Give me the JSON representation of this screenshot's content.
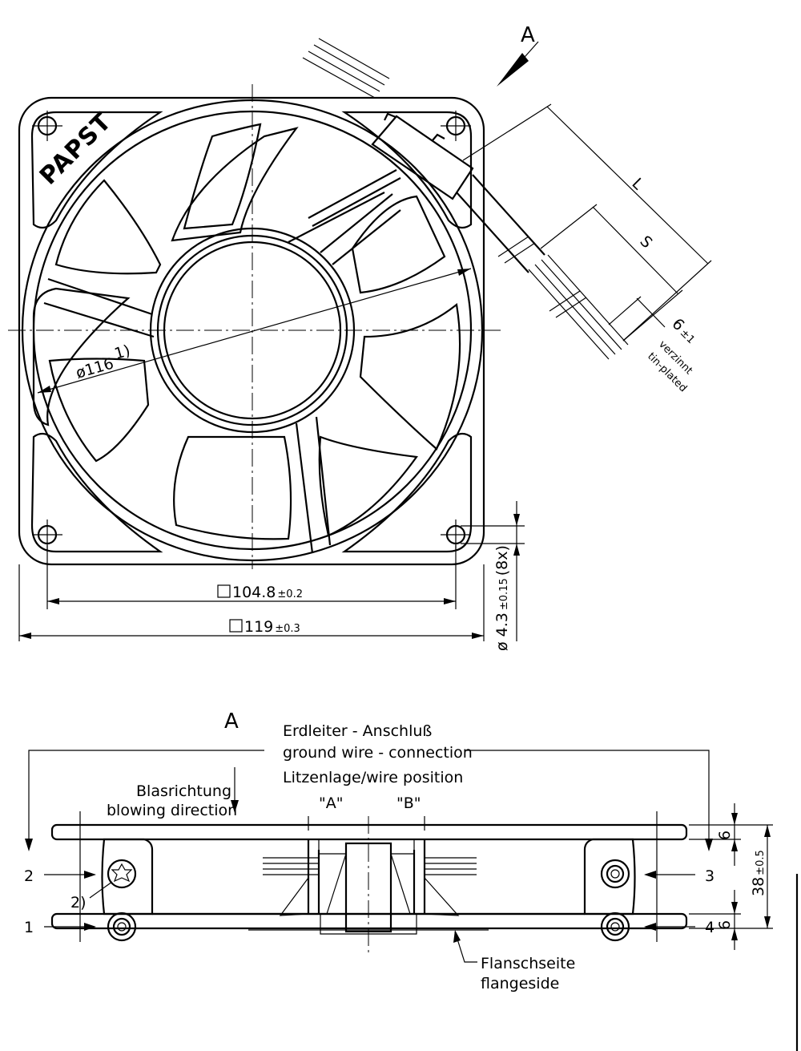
{
  "view_label": "A",
  "brand": "PAPST",
  "dimensions": {
    "diameter_label": "ø116",
    "note_1": "1)",
    "note_2": "2)",
    "hole_pitch_value": "104.8",
    "hole_pitch_tol": "±0.2",
    "frame_value": "119",
    "frame_tol": "±0.3",
    "hole_dia_value": "ø 4.3",
    "hole_dia_tol": "±0.15",
    "hole_count": "(8x)",
    "lead_L": "L",
    "lead_S": "S",
    "strip_value": "6",
    "strip_tol": "±1",
    "tinned_de": "verzinnt",
    "tinned_en": "tin-plated",
    "flange_height": "6",
    "total_height_value": "38",
    "total_height_tol": "±0.5"
  },
  "side_view": {
    "title": "A",
    "ground_de": "Erdleiter - Anschluß",
    "ground_en": "ground wire - connection",
    "wire_position": "Litzenlage/wire position",
    "pos_a": "\"A\"",
    "pos_b": "\"B\"",
    "blow_de": "Blasrichtung",
    "blow_en": "blowing direction",
    "pin1": "1",
    "pin2": "2",
    "pin3": "3",
    "pin4": "4",
    "flange_de": "Flanschseite",
    "flange_en": "flangeside"
  }
}
